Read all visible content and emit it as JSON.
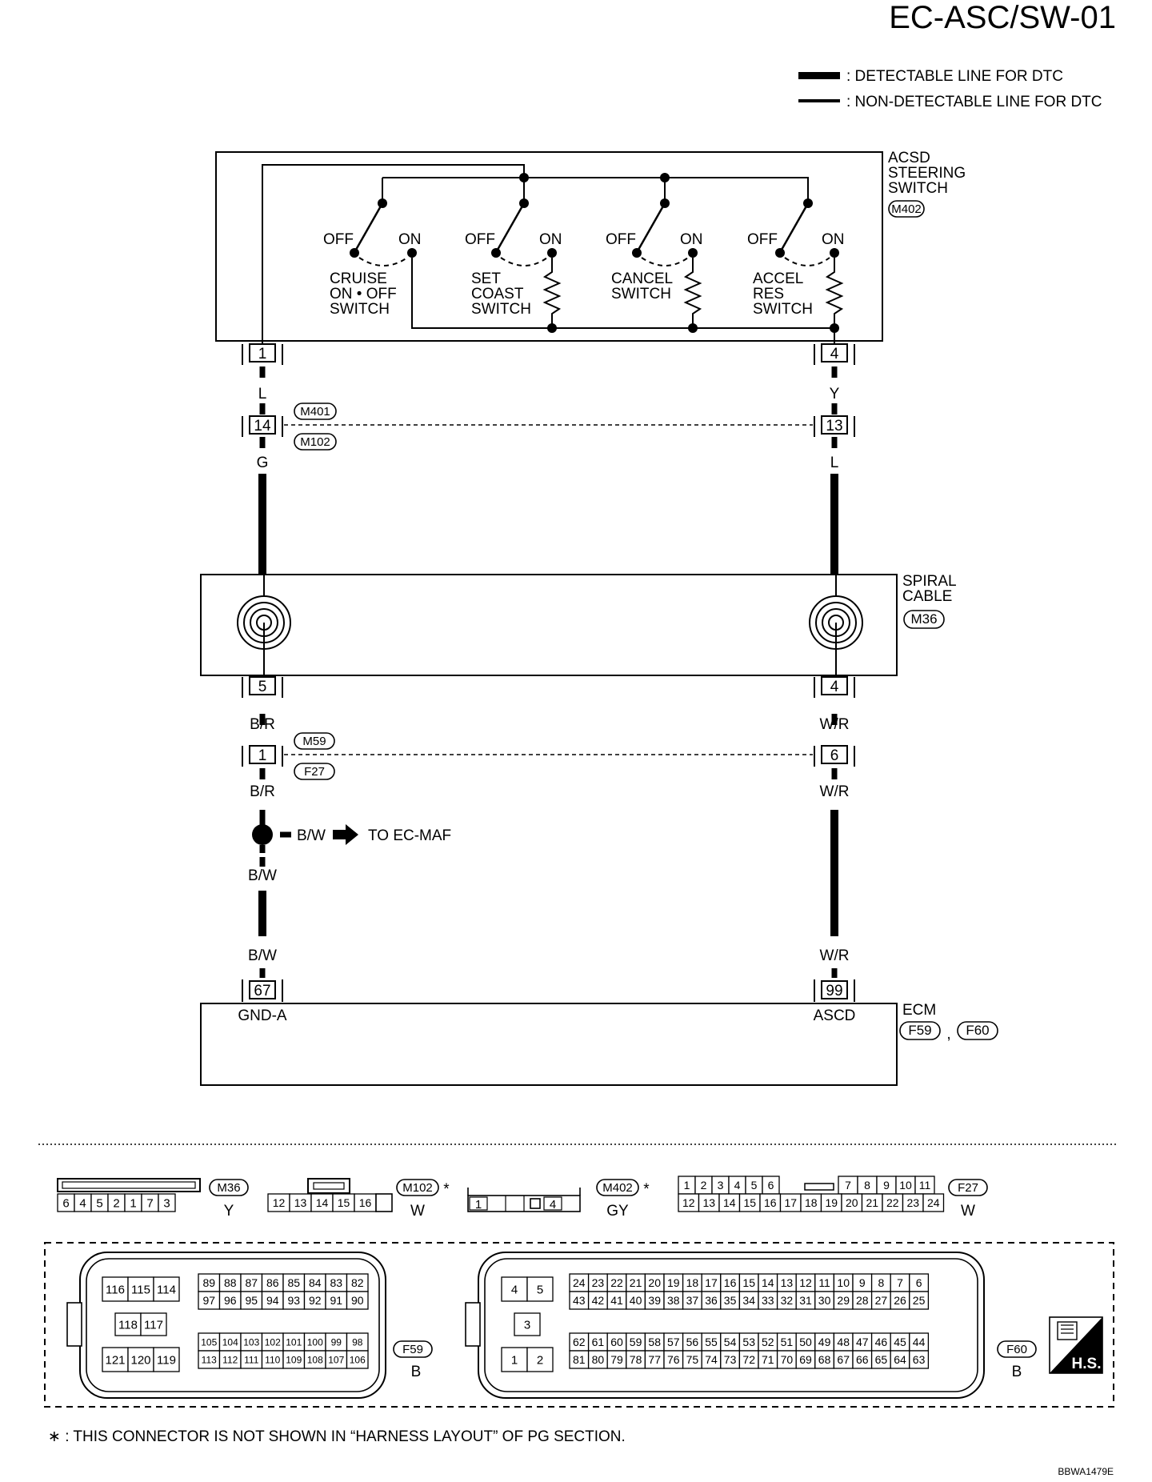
{
  "header": {
    "title": "EC-ASC/SW-01"
  },
  "legend": {
    "detectable": ": DETECTABLE LINE FOR DTC",
    "non_detectable": ": NON-DETECTABLE LINE FOR DTC"
  },
  "acsd": {
    "name_lines": [
      "ACSD",
      "STEERING",
      "SWITCH"
    ],
    "connector": "M402",
    "off_label": "OFF",
    "on_label": "ON",
    "switches": [
      {
        "lines": [
          "CRUISE",
          "ON • OFF",
          "SWITCH"
        ]
      },
      {
        "lines": [
          "SET",
          "COAST",
          "SWITCH"
        ]
      },
      {
        "lines": [
          "CANCEL",
          "SWITCH"
        ]
      },
      {
        "lines": [
          "ACCEL",
          "RES",
          "SWITCH"
        ]
      }
    ],
    "left_terminal": "1",
    "right_terminal": "4"
  },
  "wires": {
    "w1_left": "L",
    "w1_right": "Y",
    "m401_left": "14",
    "m401_right": "13",
    "conn_m401": "M401",
    "conn_m102": "M102",
    "w2_left": "G",
    "w2_right": "L",
    "w3_left": "B/R",
    "w3_right": "W/R",
    "m59_left": "1",
    "m59_right": "6",
    "conn_m59": "M59",
    "conn_f27": "F27",
    "w4_left": "B/R",
    "w4_right": "W/R",
    "branch_wire": "B/W",
    "branch_to": "TO EC-MAF",
    "w5_left_top": "B/W",
    "w5_left_bottom": "B/W",
    "w5_right_bottom": "W/R"
  },
  "spiral": {
    "name_lines": [
      "SPIRAL",
      "CABLE"
    ],
    "connector": "M36",
    "left_terminal": "5",
    "right_terminal": "4"
  },
  "ecm": {
    "name": "ECM",
    "conn_a": "F59",
    "comma": ",",
    "conn_b": "F60",
    "left_terminal": "67",
    "left_label": "GND-A",
    "right_terminal": "99",
    "right_label": "ASCD"
  },
  "connectors": {
    "m36": {
      "id": "M36",
      "color": "Y",
      "pins": [
        "6",
        "4",
        "5",
        "2",
        "1",
        "7",
        "3"
      ]
    },
    "m102": {
      "id": "M102",
      "asterisk": "*",
      "color": "W",
      "pins": [
        "12",
        "13",
        "14",
        "15",
        "16"
      ]
    },
    "m402": {
      "id": "M402",
      "asterisk": "*",
      "color": "GY",
      "pins": [
        "1",
        "4"
      ]
    },
    "f27": {
      "id": "F27",
      "color": "W",
      "row1": [
        "1",
        "2",
        "3",
        "4",
        "5",
        "6",
        "7",
        "8",
        "9",
        "10",
        "11"
      ],
      "row2": [
        "12",
        "13",
        "14",
        "15",
        "16",
        "17",
        "18",
        "19",
        "20",
        "21",
        "22",
        "23",
        "24"
      ]
    },
    "f59": {
      "id": "F59",
      "color": "B",
      "big_top": [
        "116",
        "115",
        "114"
      ],
      "big_mid": [
        "118",
        "117"
      ],
      "big_bot": [
        "121",
        "120",
        "119"
      ],
      "r1": [
        "89",
        "88",
        "87",
        "86",
        "85",
        "84",
        "83",
        "82"
      ],
      "r2": [
        "97",
        "96",
        "95",
        "94",
        "93",
        "92",
        "91",
        "90"
      ],
      "r3": [
        "105",
        "104",
        "103",
        "102",
        "101",
        "100",
        "99",
        "98"
      ],
      "r4": [
        "113",
        "112",
        "111",
        "110",
        "109",
        "108",
        "107",
        "106"
      ]
    },
    "f60": {
      "id": "F60",
      "color": "B",
      "big_top": [
        "4",
        "5"
      ],
      "big_mid": [
        "3"
      ],
      "big_bot": [
        "1",
        "2"
      ],
      "r1": [
        "24",
        "23",
        "22",
        "21",
        "20",
        "19",
        "18",
        "17",
        "16",
        "15",
        "14",
        "13",
        "12",
        "11",
        "10",
        "9",
        "8",
        "7",
        "6"
      ],
      "r2": [
        "43",
        "42",
        "41",
        "40",
        "39",
        "38",
        "37",
        "36",
        "35",
        "34",
        "33",
        "32",
        "31",
        "30",
        "29",
        "28",
        "27",
        "26",
        "25"
      ],
      "r3": [
        "62",
        "61",
        "60",
        "59",
        "58",
        "57",
        "56",
        "55",
        "54",
        "53",
        "52",
        "51",
        "50",
        "49",
        "48",
        "47",
        "46",
        "45",
        "44"
      ],
      "r4": [
        "81",
        "80",
        "79",
        "78",
        "77",
        "76",
        "75",
        "74",
        "73",
        "72",
        "71",
        "70",
        "69",
        "68",
        "67",
        "66",
        "65",
        "64",
        "63"
      ]
    }
  },
  "hs_badge": "H.S.",
  "footnote": "∗ : THIS CONNECTOR IS NOT SHOWN IN “HARNESS LAYOUT” OF PG SECTION.",
  "code": "BBWA1479E"
}
